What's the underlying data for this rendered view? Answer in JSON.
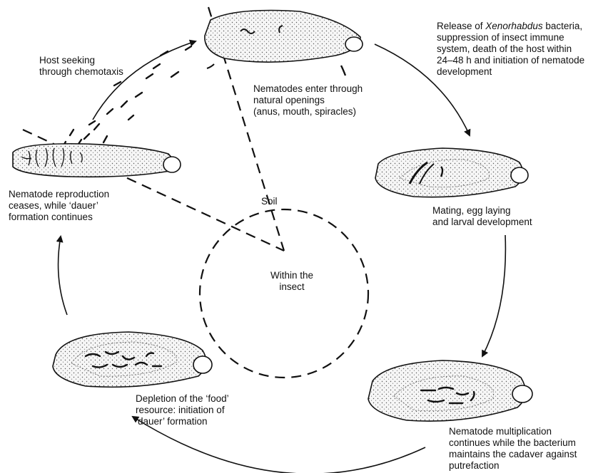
{
  "labels": {
    "host_seeking": [
      "Host seeking",
      "through chemotaxis"
    ],
    "nematodes_enter": [
      "Nematodes enter through",
      "natural openings",
      "(anus, mouth, spiracles)"
    ],
    "release": {
      "line1_prefix": "Release of ",
      "line1_italic": "Xenorhabdus",
      "line1_suffix": " bacteria,",
      "rest": [
        "suppression of insect immune",
        "system, death of the host within",
        "24–48 h and initiation of nematode",
        "development"
      ]
    },
    "reproduction_ceases": [
      "Nematode reproduction",
      "ceases, while ‘dauer’",
      "formation continues"
    ],
    "soil": "Soil",
    "within_insect": [
      "Within the",
      "insect"
    ],
    "mating": [
      "Mating, egg laying",
      "and larval development"
    ],
    "depletion": [
      "Depletion of the ‘food’",
      "resource: initiation of",
      "‘dauer’ formation"
    ],
    "multiplication": [
      "Nematode multiplication",
      "continues while the bacterium",
      "maintains the cadaver against",
      "putrefaction"
    ]
  },
  "colors": {
    "ink": "#111111",
    "larva_fill": "#f4f4f4"
  }
}
